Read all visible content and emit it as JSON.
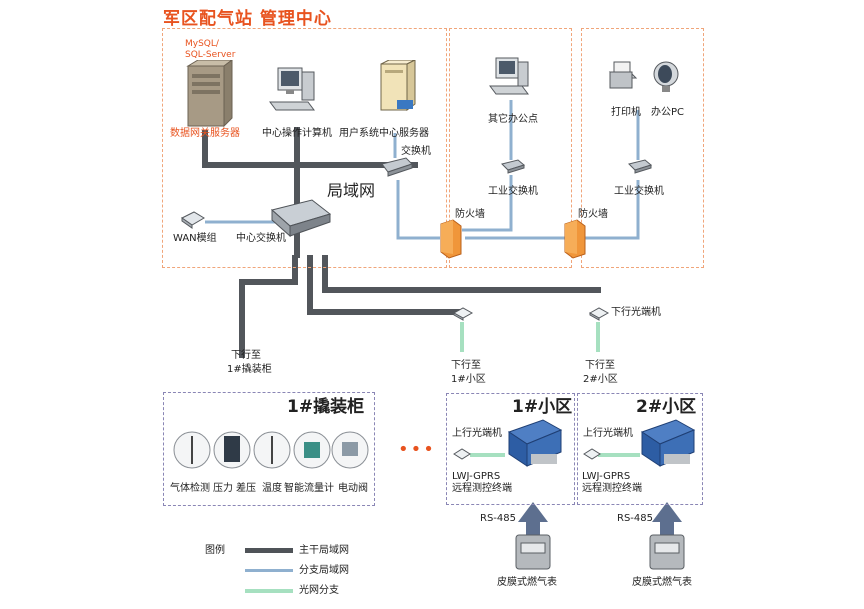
{
  "header": {
    "title": "军区配气站   管理中心"
  },
  "center": {
    "db_type": "MySQL/\nSQL-Server",
    "db_type_line1": "MySQL/",
    "db_type_line2": "SQL-Server",
    "db_server": "数据网关服务器",
    "ops_pc": "中心操作计算机",
    "user_server": "用户系统中心服务器",
    "switch": "交换机",
    "lan": "局域网",
    "wan": "WAN模组",
    "core_switch": "中心交换机"
  },
  "office": {
    "other_office": "其它办公点",
    "ind_switch1": "工业交换机",
    "firewall1": "防火墙",
    "printer": "打印机",
    "office_pc": "办公PC",
    "ind_switch2": "工业交换机",
    "firewall2": "防火墙"
  },
  "downlinks": {
    "to_cab_1": "下行至",
    "to_cab_2": "1#撬装柜",
    "to_zone1_1": "下行至",
    "to_zone1_2": "1#小区",
    "to_zone2_1": "下行至",
    "to_zone2_2": "2#小区",
    "optical_down": "下行光端机"
  },
  "cabinet": {
    "title": "1#撬装柜",
    "devices": [
      "气体检测",
      "压力",
      "差压",
      "温度",
      "智能流量计",
      "电动阀"
    ]
  },
  "ellipsis": "•••",
  "zone1": {
    "title": "1#小区",
    "optical_up": "上行光端机",
    "terminal_1": "LWJ-GPRS",
    "terminal_2": "远程测控终端",
    "rs485": "RS-485",
    "meter": "皮膜式燃气表"
  },
  "zone2": {
    "title": "2#小区",
    "optical_up": "上行光端机",
    "terminal_1": "LWJ-GPRS",
    "terminal_2": "远程测控终端",
    "rs485": "RS-485",
    "meter": "皮膜式燃气表"
  },
  "legend": {
    "title": "图例",
    "items": [
      {
        "label": "主干局域网",
        "color": "#4f5358"
      },
      {
        "label": "分支局域网",
        "color": "#8fb0cf"
      },
      {
        "label": "光网分支",
        "color": "#a6e0c0"
      }
    ]
  }
}
